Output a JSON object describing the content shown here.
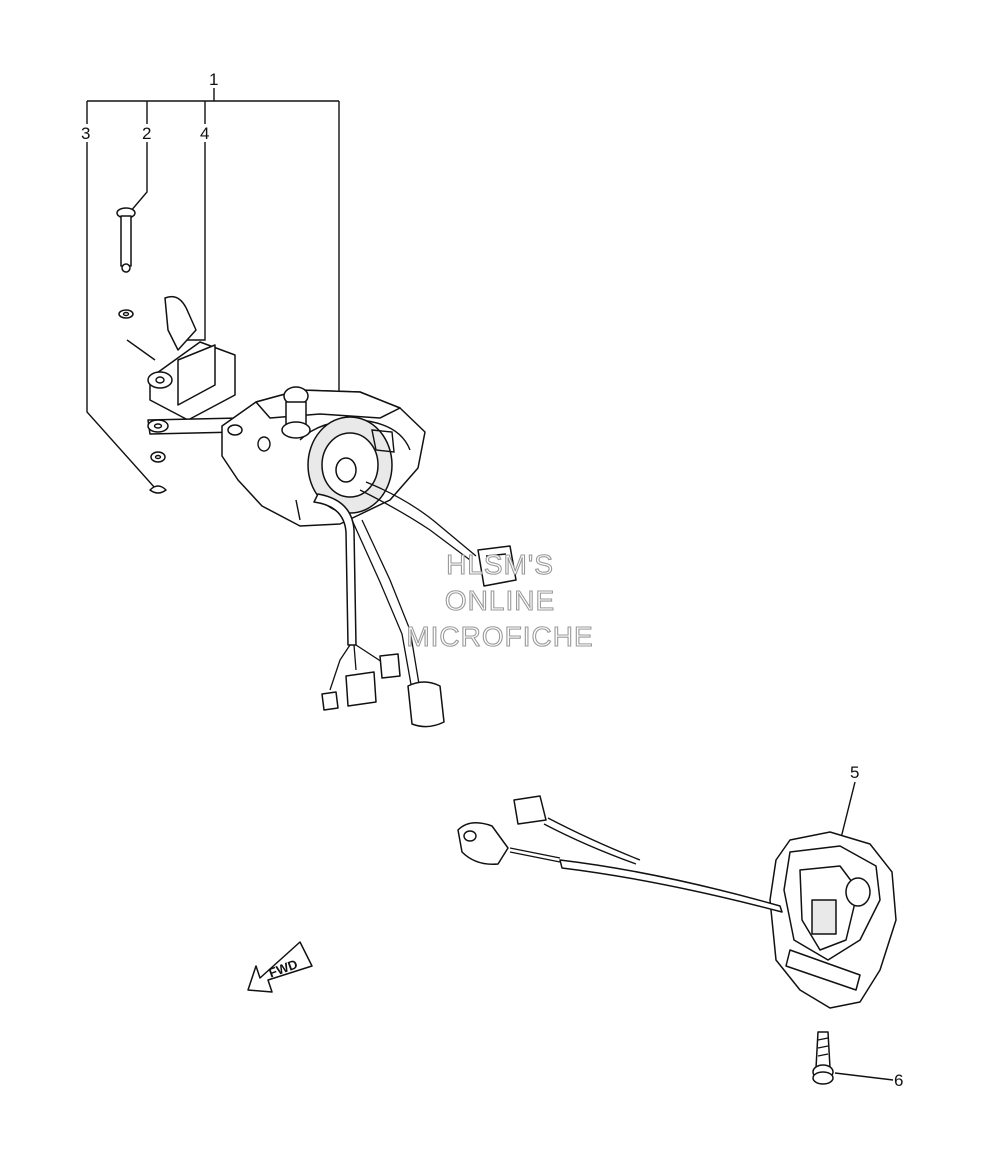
{
  "callouts": [
    {
      "id": "1",
      "label": "1"
    },
    {
      "id": "2",
      "label": "2"
    },
    {
      "id": "3",
      "label": "3"
    },
    {
      "id": "4",
      "label": "4"
    },
    {
      "id": "5",
      "label": "5"
    },
    {
      "id": "6",
      "label": "6"
    }
  ],
  "watermark": {
    "line1": "HLSM'S",
    "line2": "ONLINE",
    "line3": "MICROFICHE"
  },
  "direction_marker": {
    "label": "FWD"
  }
}
